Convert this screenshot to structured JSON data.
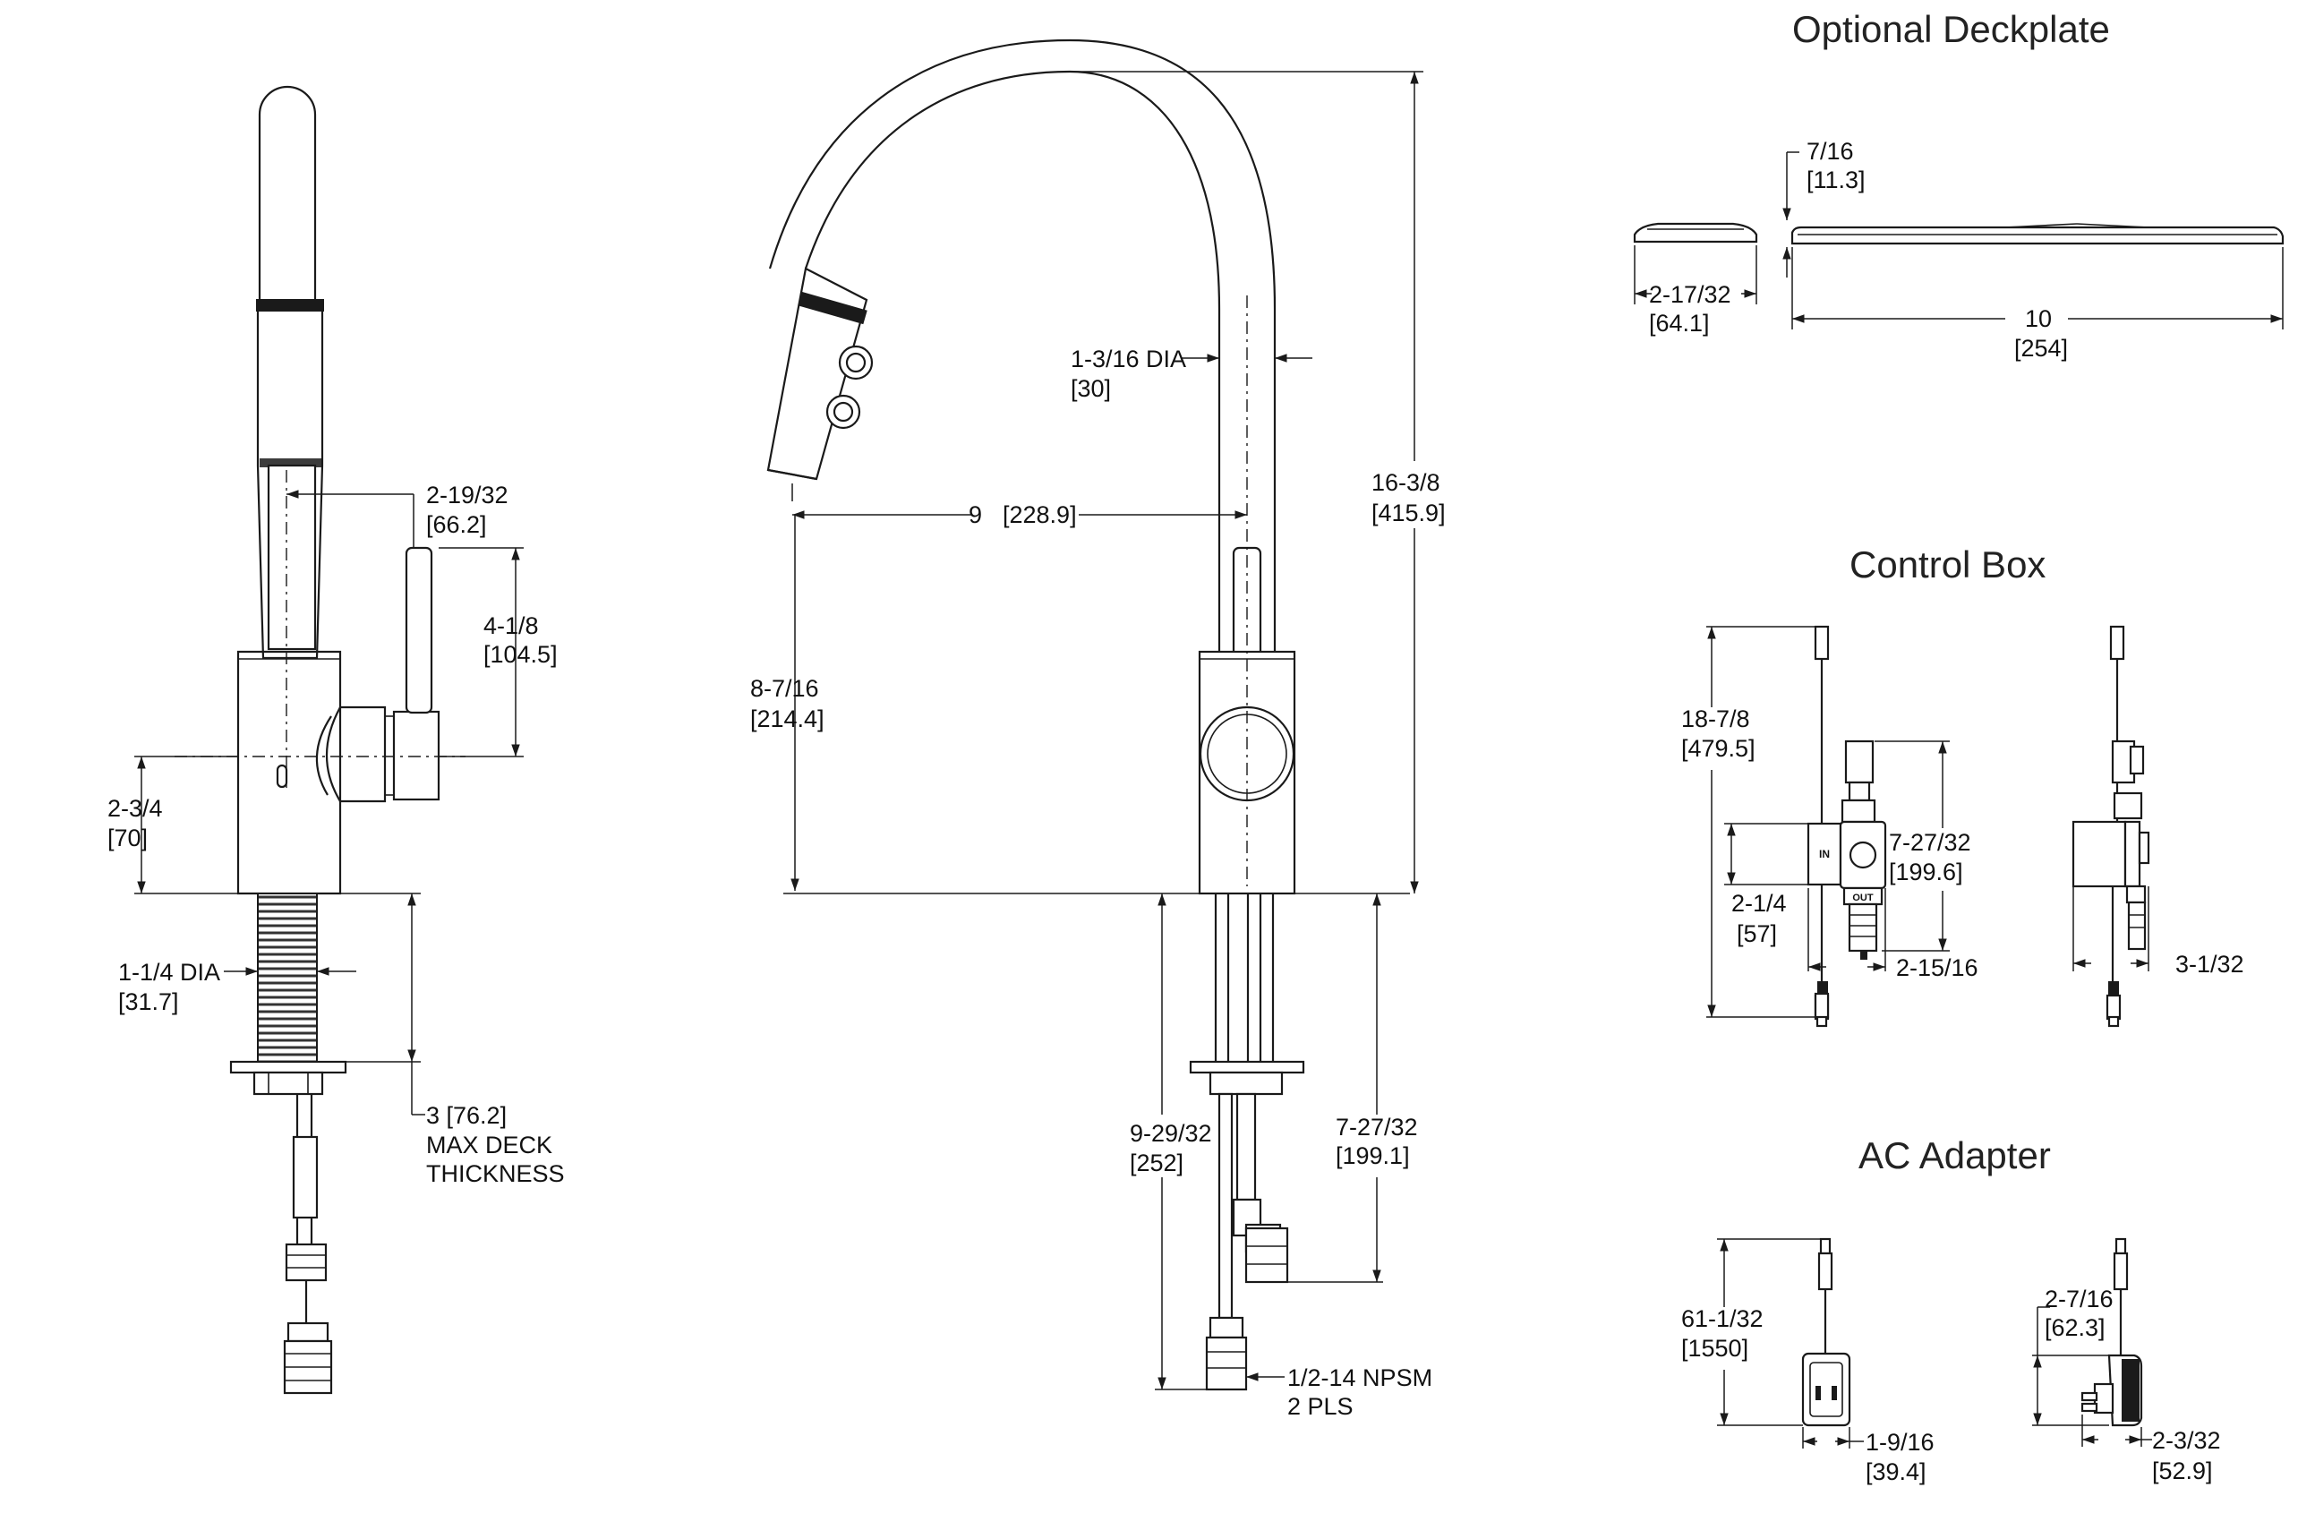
{
  "titles": {
    "deckplate": "Optional Deckplate",
    "control_box": "Control Box",
    "ac_adapter": "AC Adapter"
  },
  "side_view": {
    "spout_offset": [
      "2-19/32",
      "[66.2]"
    ],
    "handle_height": [
      "4-1/8",
      "[104.5]"
    ],
    "body_height": [
      "2-3/4",
      "[70]"
    ],
    "shank_dia": [
      "1-1/4 DIA",
      "[31.7]"
    ],
    "max_deck": [
      "3 [76.2]",
      "MAX DECK",
      "THICKNESS"
    ]
  },
  "front_view": {
    "spout_dia": [
      "1-3/16 DIA",
      "[30]"
    ],
    "reach": [
      "9",
      "[228.9]"
    ],
    "overall_height": [
      "16-3/8",
      "[415.9]"
    ],
    "spout_clearance": [
      "8-7/16",
      "[214.4]"
    ],
    "below_deck": [
      "9-29/32",
      "[252]"
    ],
    "hose_length": [
      "7-27/32",
      "[199.1]"
    ],
    "connection": [
      "1/2-14 NPSM",
      "2 PLS"
    ]
  },
  "deckplate": {
    "thickness": [
      "7/16",
      "[11.3]"
    ],
    "width": [
      "2-17/32",
      "[64.1]"
    ],
    "length": [
      "10",
      "[254]"
    ]
  },
  "control_box": {
    "overall": [
      "18-7/8",
      "[479.5]"
    ],
    "body_height": [
      "7-27/32",
      "[199.6]"
    ],
    "lower": [
      "2-1/4",
      "[57]"
    ],
    "width": [
      "2-15/16"
    ],
    "depth": [
      "3-1/32"
    ],
    "port_in": "IN",
    "port_out": "OUT"
  },
  "ac_adapter": {
    "cord": [
      "61-1/32",
      "[1550]"
    ],
    "width": [
      "1-9/16",
      "[39.4]"
    ],
    "height": [
      "2-7/16",
      "[62.3]"
    ],
    "depth": [
      "2-3/32",
      "[52.9]"
    ]
  }
}
